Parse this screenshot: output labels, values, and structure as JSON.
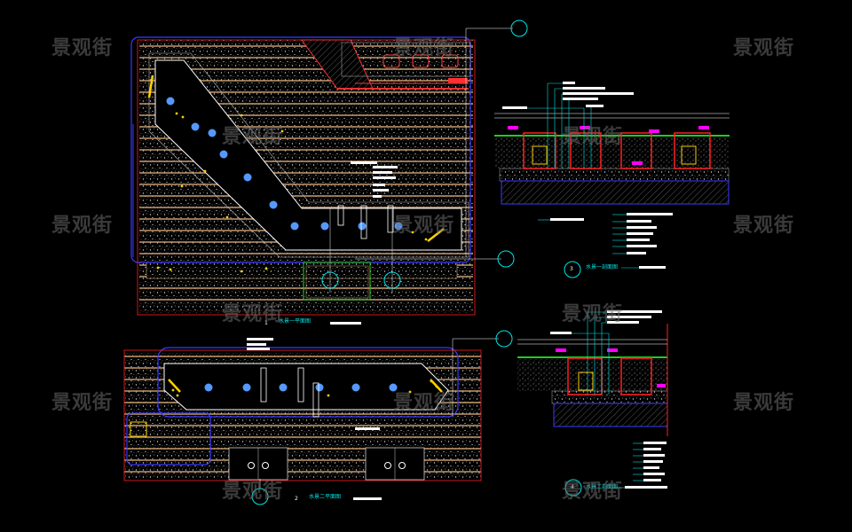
{
  "watermark": "景观街",
  "plan_titles": {
    "plan_1": "水景一平面图",
    "plan_2": "水景二平面图",
    "section_1": "水景一剖面图",
    "section_2": "水景二剖面图"
  },
  "callouts": {
    "plan_1": "1",
    "plan_2": "2",
    "section_1": "3",
    "section_2": "4"
  },
  "colors": {
    "background": "#000000",
    "paving_lines": "#c49a6c",
    "boundary": "#3a3aff",
    "water_edge": "#ffffff",
    "lights": "#5599ff",
    "accent_yellow": "#ffd000",
    "section_red": "#ff2020",
    "leader_cyan": "#00e5e5",
    "green": "#22cc22",
    "magenta": "#ff00ff",
    "watermark": "#6a6a6a"
  }
}
